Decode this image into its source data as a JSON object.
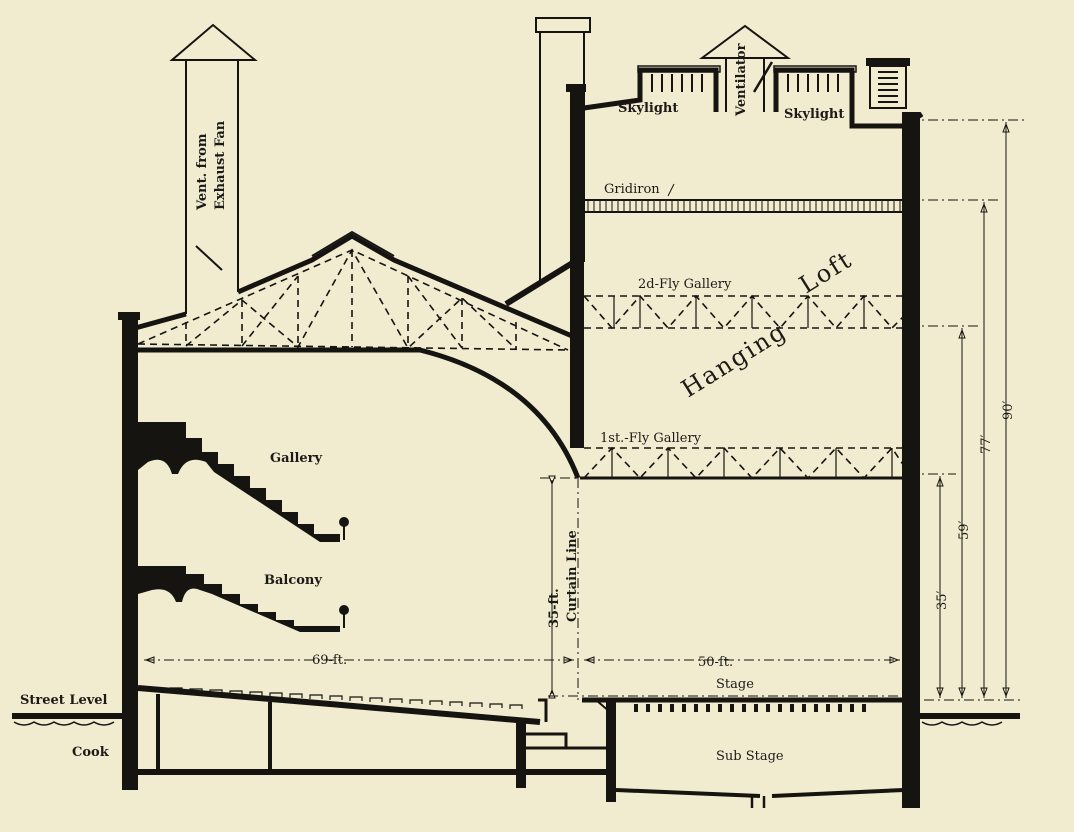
{
  "labels": {
    "vent_line1": "Vent. from",
    "vent_line2": "Exhaust Fan",
    "skylight_left": "Skylight",
    "ventilator": "Ventilator",
    "skylight_right": "Skylight",
    "gridiron": "Gridiron",
    "fly_gallery_2": "2d-Fly Gallery",
    "hanging": "Hanging",
    "loft": "Loft",
    "fly_gallery_1": "1st.-Fly Gallery",
    "gallery": "Gallery",
    "balcony": "Balcony",
    "curtain_line": "Curtain Line",
    "stage": "Stage",
    "sub_stage": "Sub Stage",
    "street_level": "Street Level",
    "cook": "Cook"
  },
  "dimensions": {
    "width_auditorium": "69-ft.",
    "width_stage": "50-ft.",
    "curtain_height": "35-ft.",
    "h_35": "35′",
    "h_59": "59′",
    "h_77": "77′",
    "h_90": "90′"
  },
  "colors": {
    "paper": "#f1ecd0",
    "ink": "#151411"
  }
}
